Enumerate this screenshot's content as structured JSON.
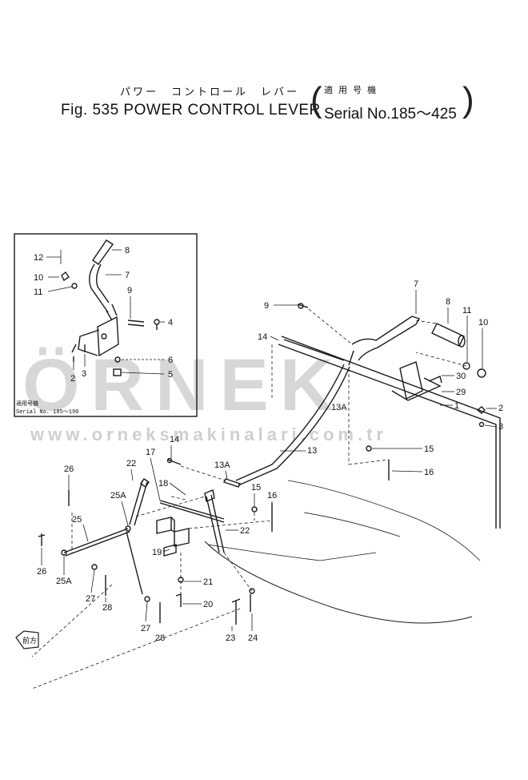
{
  "title": {
    "japanese": "パワー　コントロール　レバー",
    "japanese_serial": "適 用 号 機",
    "figure": "Fig. 535 POWER CONTROL LEVER",
    "serial": "Serial No.185～425"
  },
  "inset": {
    "serial_jp": "適用号機",
    "serial": "Serial No. 185～190"
  },
  "watermark": {
    "brand": "ÖRNEK",
    "url": "www.orneksmakinalari.com.tr"
  },
  "front_mark": "前方",
  "labels": {
    "l12": "12",
    "l10a": "10",
    "l11a": "11",
    "l8a": "8",
    "l7a": "7",
    "l9a": "9",
    "l4": "4",
    "l6": "6",
    "l5": "5",
    "l2a": "2",
    "l3a": "3",
    "l7b": "7",
    "l9b": "9",
    "l8b": "8",
    "l11b": "11",
    "l10b": "10",
    "l14a": "14",
    "l30": "30",
    "l29": "29",
    "l1": "1",
    "l13Aa": "13A",
    "l2b": "2",
    "l3b": "3",
    "l13": "13",
    "l15a": "15",
    "l16a": "16",
    "l14b": "14",
    "l13Ab": "13A",
    "l15b": "15",
    "l16b": "16",
    "l26a": "26",
    "l22a": "22",
    "l17": "17",
    "l18": "18",
    "l25A_a": "25A",
    "l25": "25",
    "l22b": "22",
    "l19": "19",
    "l26b": "26",
    "l25A_b": "25A",
    "l27a": "27",
    "l28a": "28",
    "l21": "21",
    "l20": "20",
    "l27b": "27",
    "l28b": "28",
    "l23": "23",
    "l24": "24"
  }
}
